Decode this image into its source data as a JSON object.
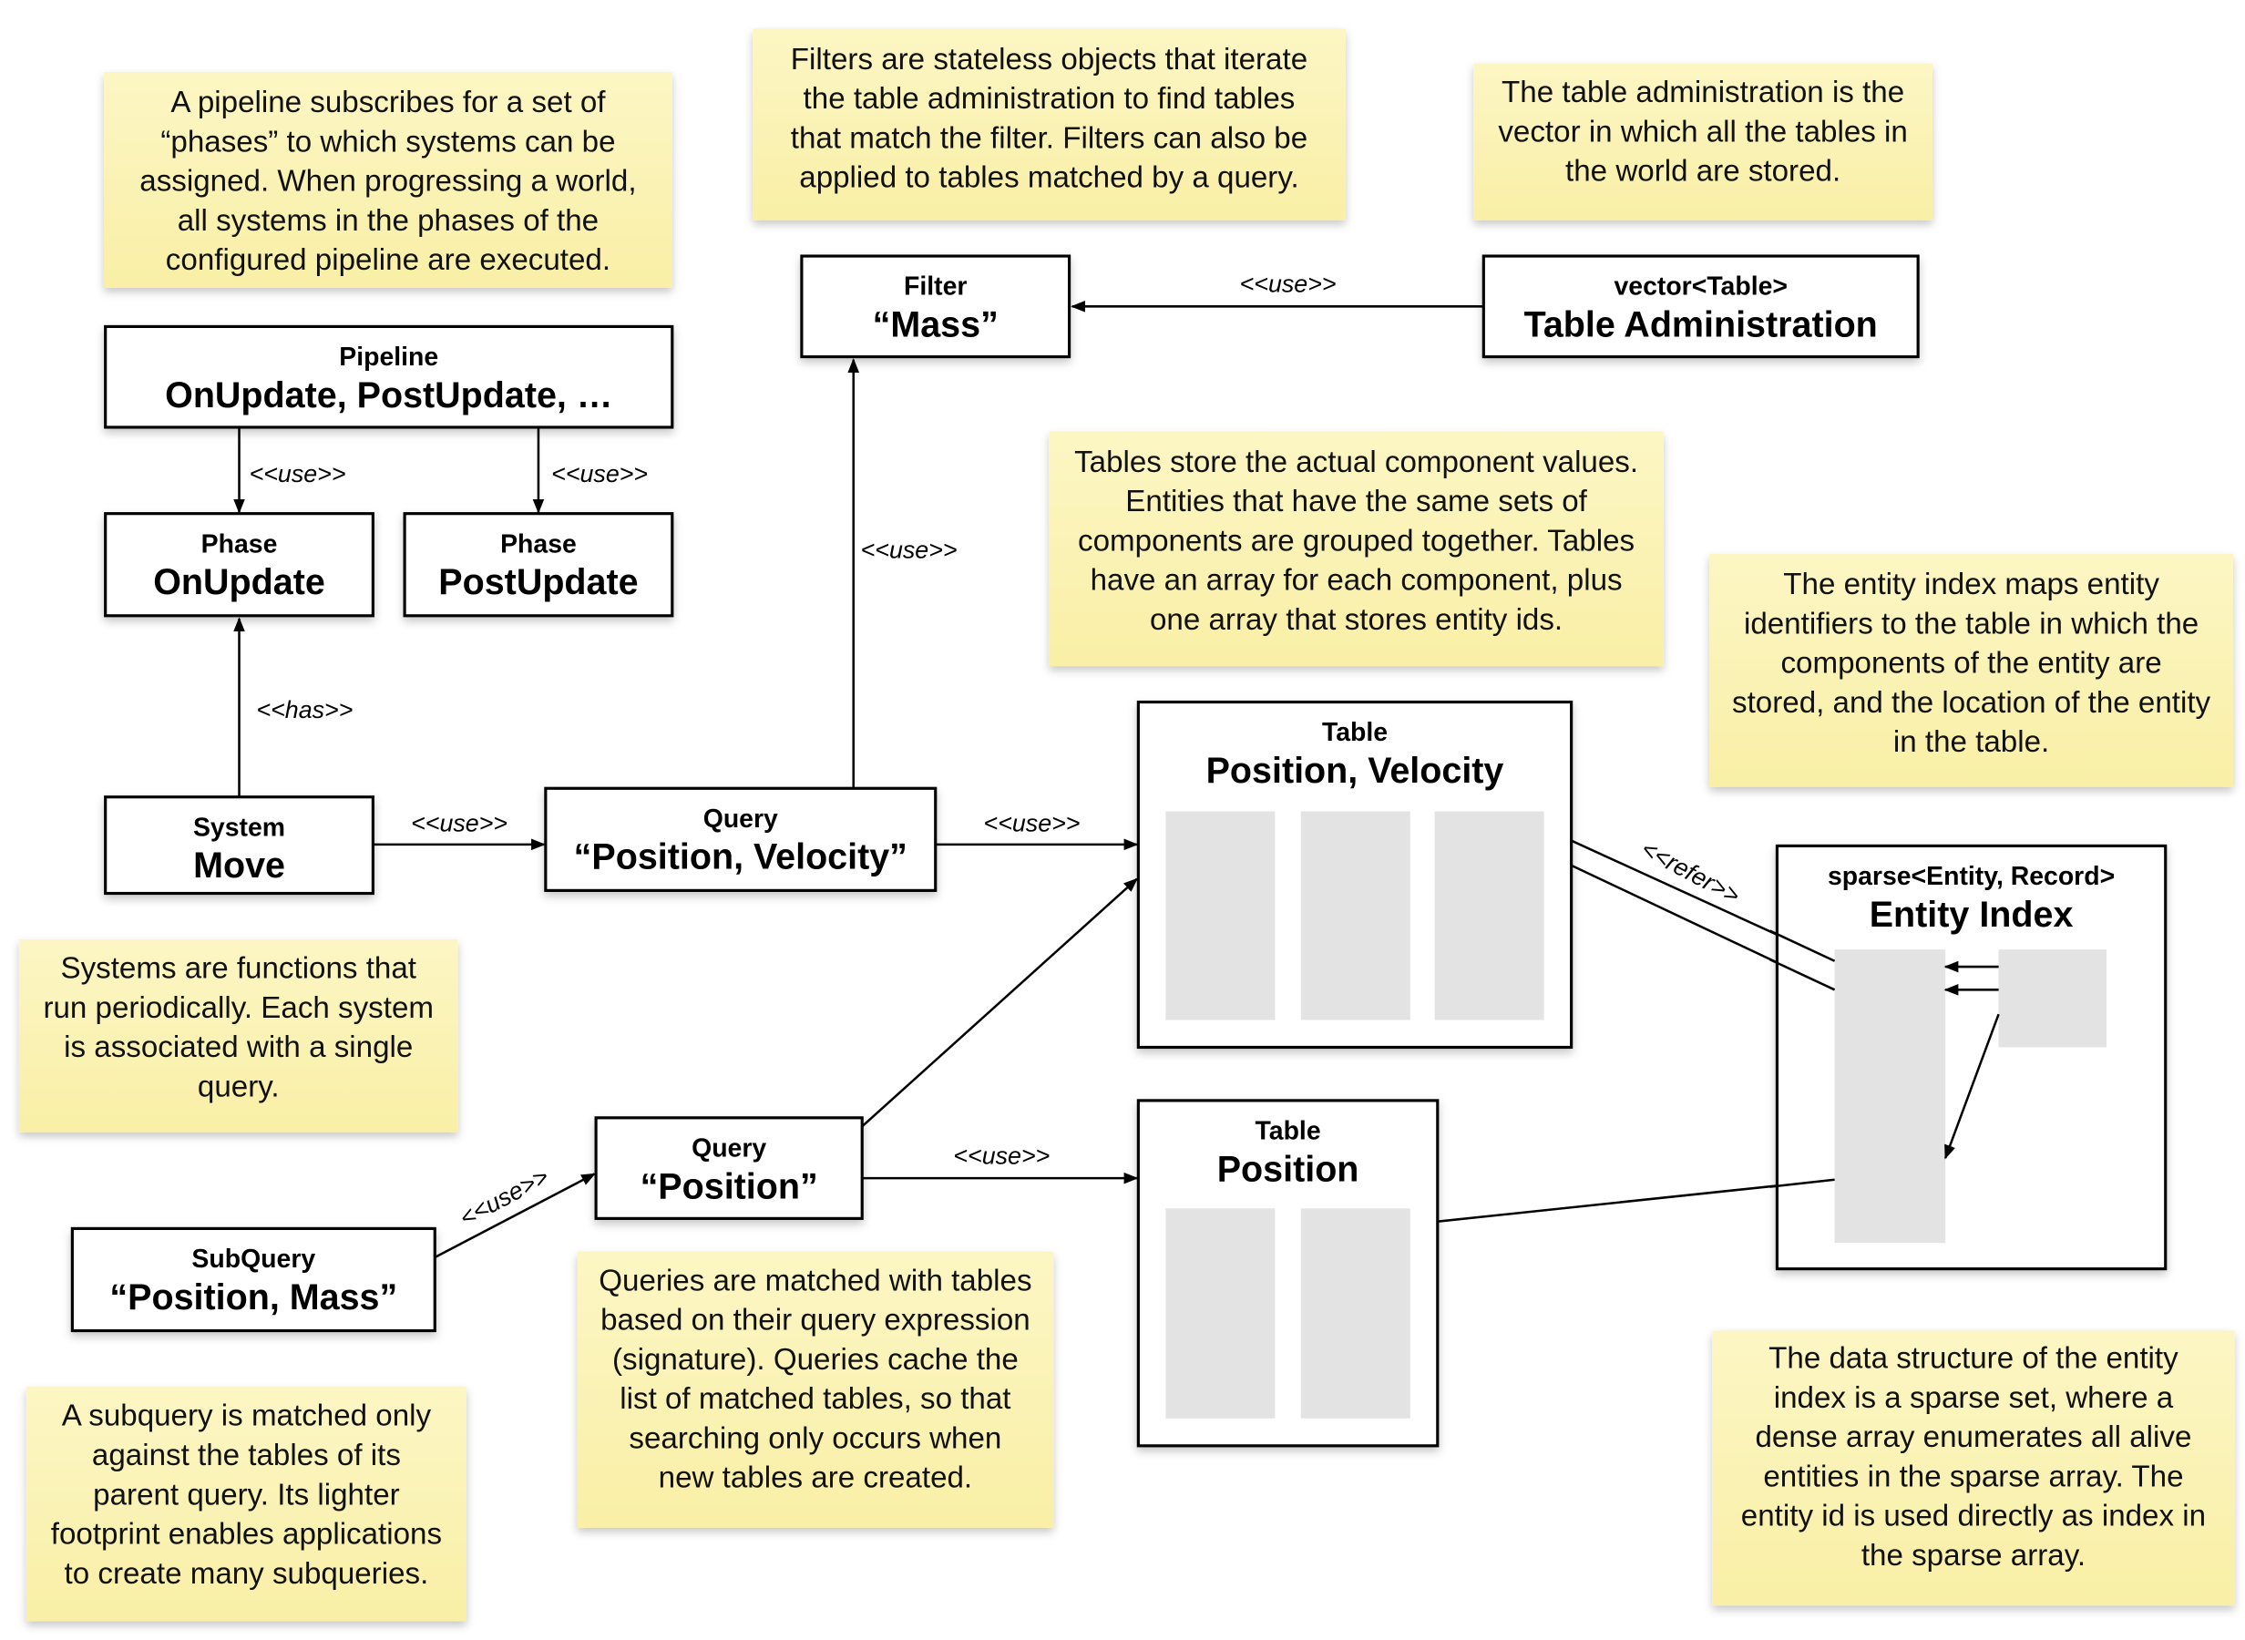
{
  "notes": {
    "pipeline": {
      "lines": [
        "A pipeline subscribes for a set of",
        "“phases” to which systems can be",
        "assigned. When progressing a world,",
        "all systems in the phases of the",
        "configured pipeline are executed."
      ]
    },
    "filter": {
      "lines": [
        "Filters are stateless objects that iterate",
        "the table administration to find tables",
        "that match the filter. Filters can also be",
        "applied to tables matched by a query."
      ]
    },
    "table_admin": {
      "lines": [
        "The table administration is the",
        "vector in which all the tables in",
        "the world are stored."
      ]
    },
    "tables": {
      "lines": [
        "Tables store the actual component values.",
        "Entities that have the same sets of",
        "components are grouped together. Tables",
        "have an array for each component, plus",
        "one array that stores entity ids."
      ]
    },
    "entity_index": {
      "lines": [
        "The entity index maps entity",
        "identifiers to the table in which the",
        "components of the entity are",
        "stored, and the location of the entity",
        "in the table."
      ]
    },
    "systems": {
      "lines": [
        "Systems are functions that",
        "run periodically. Each system",
        "is associated with a single",
        "query."
      ]
    },
    "queries": {
      "lines": [
        "Queries are matched with tables",
        "based on their query expression",
        "(signature). Queries cache the",
        "list of matched tables, so that",
        "searching only occurs when",
        "new tables are created."
      ]
    },
    "subquery": {
      "lines": [
        "A subquery is matched only",
        "against the tables of its",
        "parent query. Its lighter",
        "footprint enables applications",
        "to create many subqueries."
      ]
    },
    "sparse_set": {
      "lines": [
        "The data structure of the entity",
        "index is a sparse set, where a",
        "dense array enumerates all alive",
        "entities in the sparse array. The",
        "entity id is used directly as index in",
        "the sparse array."
      ]
    }
  },
  "boxes": {
    "filter": {
      "type": "Filter",
      "name": "“Mass”"
    },
    "table_admin": {
      "type": "vector<Table>",
      "name": "Table Administration"
    },
    "pipeline": {
      "type": "Pipeline",
      "name": "OnUpdate, PostUpdate, …"
    },
    "phase_onupdate": {
      "type": "Phase",
      "name": "OnUpdate"
    },
    "phase_postupdate": {
      "type": "Phase",
      "name": "PostUpdate"
    },
    "system_move": {
      "type": "System",
      "name": "Move"
    },
    "query_pv": {
      "type": "Query",
      "name": "“Position, Velocity”"
    },
    "table_pv": {
      "type": "Table",
      "name": "Position, Velocity"
    },
    "query_p": {
      "type": "Query",
      "name": "“Position”"
    },
    "subquery": {
      "type": "SubQuery",
      "name": "“Position, Mass”"
    },
    "table_p": {
      "type": "Table",
      "name": "Position"
    },
    "entity_index": {
      "type": "sparse<Entity, Record>",
      "name": "Entity Index"
    }
  },
  "labels": {
    "use": "<<use>>",
    "has": "<<has>>",
    "refer": "<<refer>>"
  },
  "colors": {
    "note": "#fbf3b0",
    "cell": "#e3e3e3",
    "stroke": "#000000"
  }
}
